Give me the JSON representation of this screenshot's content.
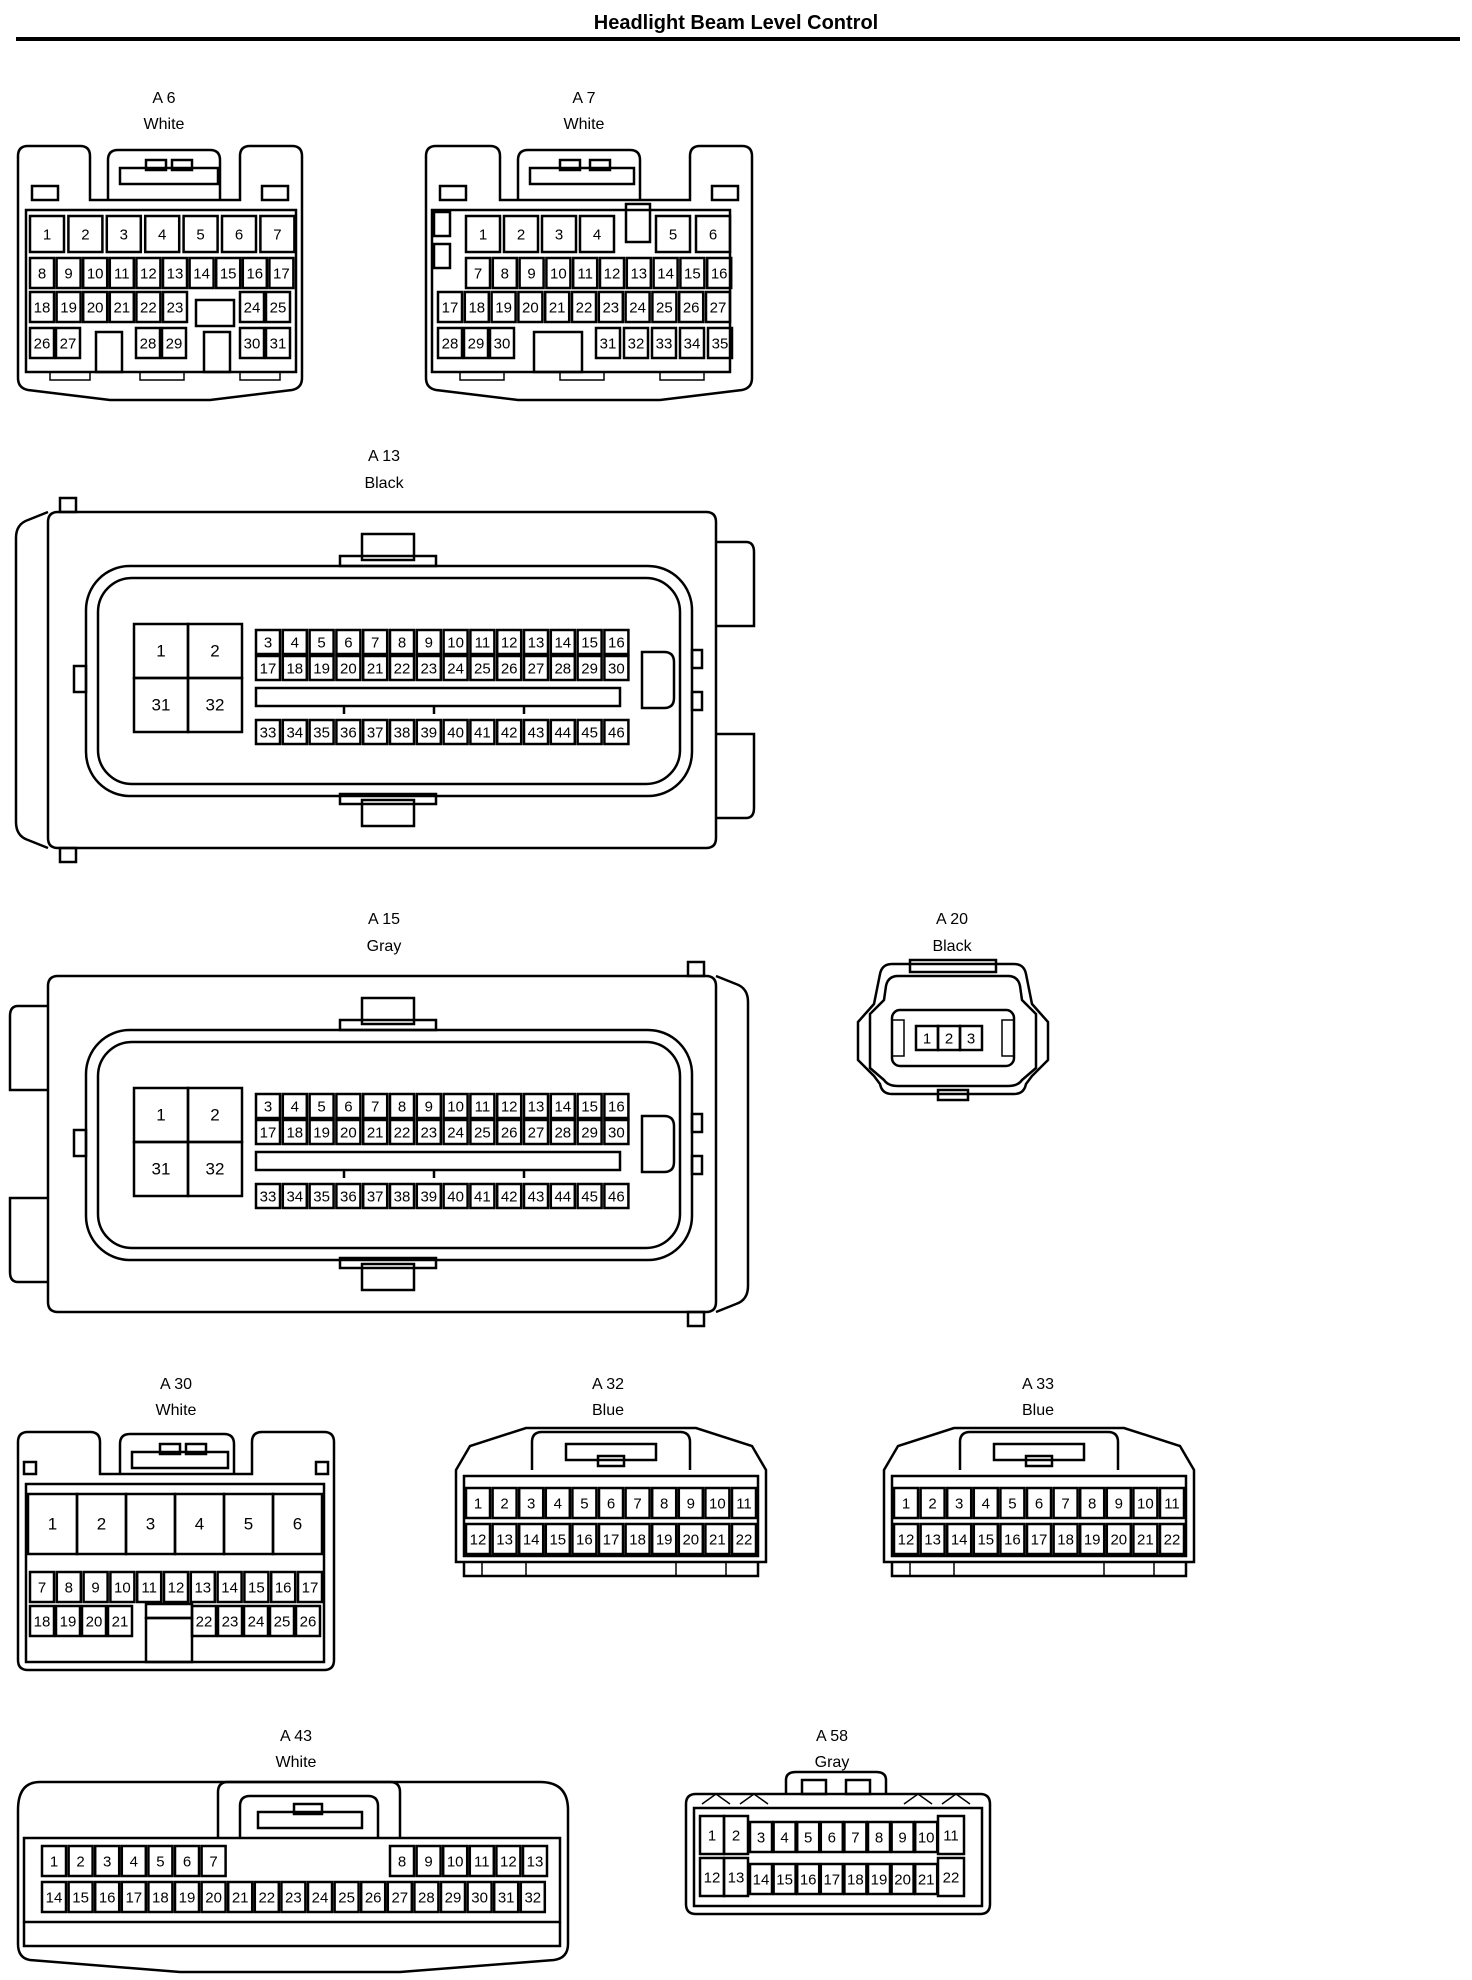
{
  "title": "Headlight Beam Level Control",
  "connectors": [
    {
      "id": "A 6",
      "color": "White"
    },
    {
      "id": "A 7",
      "color": "White"
    },
    {
      "id": "A 13",
      "color": "Black"
    },
    {
      "id": "A 15",
      "color": "Gray"
    },
    {
      "id": "A 20",
      "color": "Black"
    },
    {
      "id": "A 30",
      "color": "White"
    },
    {
      "id": "A 32",
      "color": "Blue"
    },
    {
      "id": "A 33",
      "color": "Blue"
    },
    {
      "id": "A 43",
      "color": "White"
    },
    {
      "id": "A 58",
      "color": "Gray"
    }
  ],
  "pinouts": {
    "A6": [
      [
        "1",
        "2",
        "3",
        "4",
        "5",
        "6",
        "7"
      ],
      [
        "8",
        "9",
        "10",
        "11",
        "12",
        "13",
        "14",
        "15",
        "16",
        "17"
      ],
      [
        "18",
        "19",
        "20",
        "21",
        "22",
        "23",
        "",
        "24",
        "25"
      ],
      [
        "26",
        "27",
        "28",
        "29",
        "30",
        "31"
      ]
    ],
    "A7": [
      [
        "1",
        "2",
        "3",
        "4",
        "5",
        "6"
      ],
      [
        "7",
        "8",
        "9",
        "10",
        "11",
        "12",
        "13",
        "14",
        "15",
        "16"
      ],
      [
        "17",
        "18",
        "19",
        "20",
        "21",
        "22",
        "23",
        "24",
        "25",
        "26",
        "27"
      ],
      [
        "28",
        "29",
        "30",
        "31",
        "32",
        "33",
        "34",
        "35"
      ]
    ],
    "ECU": {
      "big": [
        "1",
        "2",
        "31",
        "32"
      ],
      "row1": [
        "3",
        "4",
        "5",
        "6",
        "7",
        "8",
        "9",
        "10",
        "11",
        "12",
        "13",
        "14",
        "15",
        "16"
      ],
      "row2": [
        "17",
        "18",
        "19",
        "20",
        "21",
        "22",
        "23",
        "24",
        "25",
        "26",
        "27",
        "28",
        "29",
        "30"
      ],
      "row3": [
        "33",
        "34",
        "35",
        "36",
        "37",
        "38",
        "39",
        "40",
        "41",
        "42",
        "43",
        "44",
        "45",
        "46"
      ]
    },
    "A20": [
      "1",
      "2",
      "3"
    ],
    "A30": [
      [
        "1",
        "2",
        "3",
        "4",
        "5",
        "6"
      ],
      [
        "7",
        "8",
        "9",
        "10",
        "11",
        "12",
        "13",
        "14",
        "15",
        "16",
        "17"
      ],
      [
        "18",
        "19",
        "20",
        "21",
        "22",
        "23",
        "24",
        "25",
        "26"
      ]
    ],
    "A32": [
      [
        "1",
        "2",
        "3",
        "4",
        "5",
        "6",
        "7",
        "8",
        "9",
        "10",
        "11"
      ],
      [
        "12",
        "13",
        "14",
        "15",
        "16",
        "17",
        "18",
        "19",
        "20",
        "21",
        "22"
      ]
    ],
    "A43": [
      [
        "1",
        "2",
        "3",
        "4",
        "5",
        "6",
        "7",
        "8",
        "9",
        "10",
        "11",
        "12",
        "13"
      ],
      [
        "14",
        "15",
        "16",
        "17",
        "18",
        "19",
        "20",
        "21",
        "22",
        "23",
        "24",
        "25",
        "26",
        "27",
        "28",
        "29",
        "30",
        "31",
        "32"
      ]
    ],
    "A58": [
      [
        "1",
        "2",
        "3",
        "4",
        "5",
        "6",
        "7",
        "8",
        "9",
        "10",
        "11"
      ],
      [
        "12",
        "13",
        "14",
        "15",
        "16",
        "17",
        "18",
        "19",
        "20",
        "21",
        "22"
      ]
    ]
  }
}
